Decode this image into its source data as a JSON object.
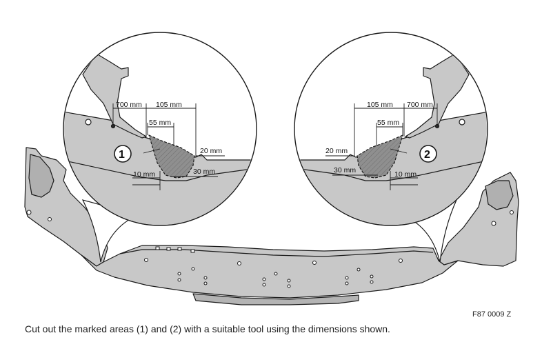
{
  "figure_code": "F87 0009 Z",
  "caption": "Cut out the marked areas (1) and (2) with a suitable tool using the dimensions shown.",
  "left_detail": {
    "callout": "1",
    "dims": {
      "d700": "700 mm",
      "d105": "105 mm",
      "d55": "55 mm",
      "d20": "20 mm",
      "d30": "30 mm",
      "d10": "10 mm"
    }
  },
  "right_detail": {
    "callout": "2",
    "dims": {
      "d700": "700 mm",
      "d105": "105 mm",
      "d55": "55 mm",
      "d20": "20 mm",
      "d30": "30 mm",
      "d10": "10 mm"
    }
  },
  "colors": {
    "bumper_fill": "#c8c8c8",
    "cut_area": "#8a8a8a",
    "outline": "#1a1a1a"
  }
}
